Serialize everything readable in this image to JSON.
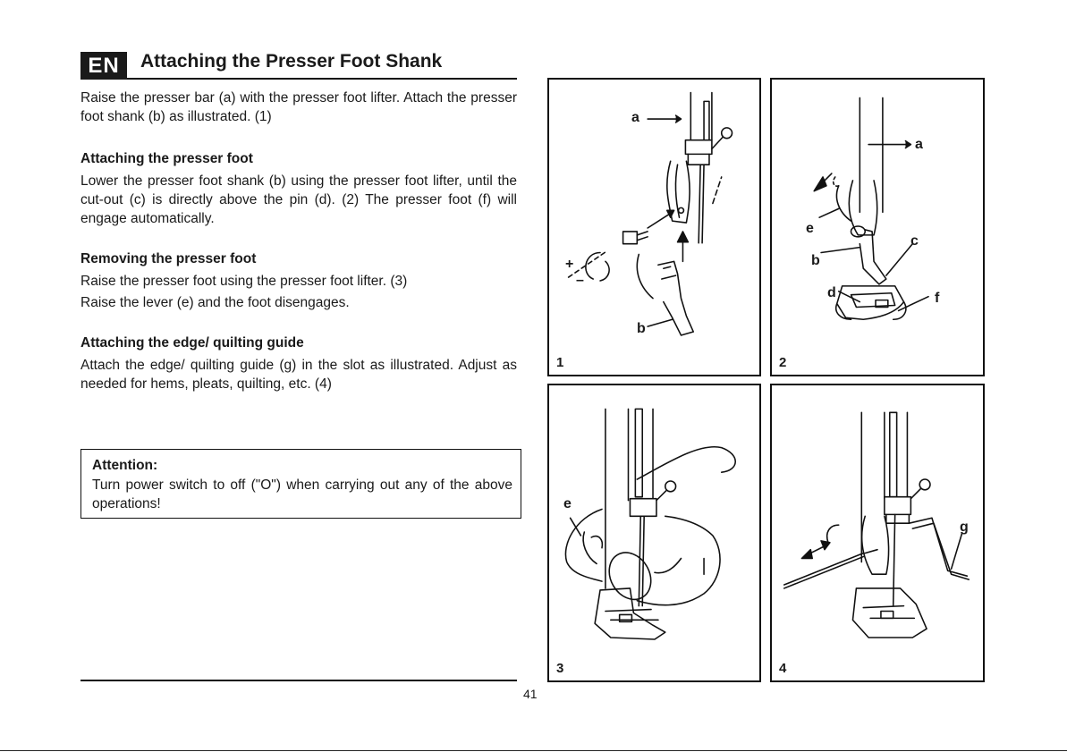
{
  "header": {
    "lang": "EN",
    "title": "Attaching the Presser Foot Shank"
  },
  "intro": "Raise the presser bar (a) with the presser foot lifter. Attach the presser foot shank (b) as illustrated. (1)",
  "sections": [
    {
      "heading": "Attaching the presser foot",
      "paras": [
        "Lower the presser foot shank (b) using the presser foot lifter, until the cut-out (c) is directly above the pin (d). (2) The presser foot (f) will engage automatically."
      ]
    },
    {
      "heading": "Removing the presser foot",
      "paras": [
        "Raise the presser foot using the presser foot lifter. (3)",
        "Raise the lever (e) and the foot disengages."
      ]
    },
    {
      "heading": "Attaching the edge/ quilting guide",
      "paras": [
        "Attach the edge/ quilting guide (g) in the slot as illustrated. Adjust as needed for hems, pleats, quilting, etc. (4)"
      ]
    }
  ],
  "attention": {
    "heading": "Attention:",
    "text": "Turn power switch to off (\"O\") when carrying out any of the above operations!"
  },
  "page_number": "41",
  "figures": [
    {
      "number": "1",
      "labels": {
        "a": "a",
        "b": "b",
        "plus": "+",
        "minus": "–"
      }
    },
    {
      "number": "2",
      "labels": {
        "a": "a",
        "b": "b",
        "c": "c",
        "d": "d",
        "e": "e",
        "f": "f"
      }
    },
    {
      "number": "3",
      "labels": {
        "e": "e"
      }
    },
    {
      "number": "4",
      "labels": {
        "g": "g"
      }
    }
  ]
}
